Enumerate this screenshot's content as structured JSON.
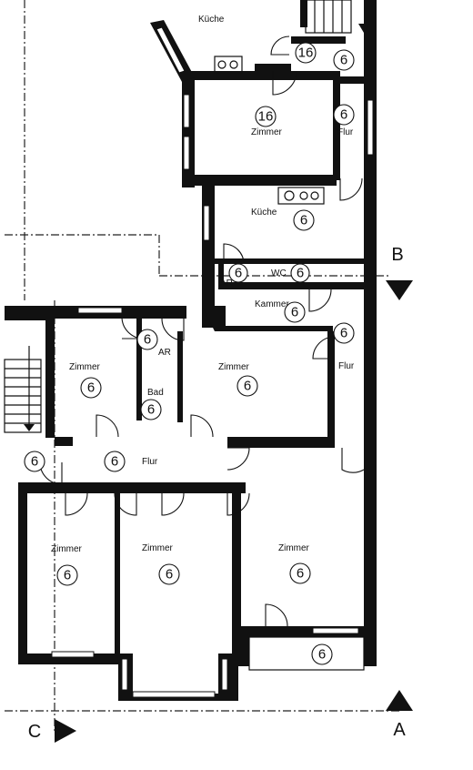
{
  "rooms": {
    "kueche_top": "Küche",
    "zimmer_upper": "Zimmer",
    "flur_upper": "Flur",
    "kueche": "Küche",
    "wc": "WC",
    "ar_upper": "AR",
    "kammer": "Kammer",
    "flur_right": "Flur",
    "zimmer_left": "Zimmer",
    "ar_mid": "AR",
    "bad": "Bad",
    "zimmer_center": "Zimmer",
    "flur_main": "Flur",
    "zimmer_bottom_left": "Zimmer",
    "zimmer_bottom_mid": "Zimmer",
    "zimmer_bottom_right": "Zimmer"
  },
  "markers": {
    "m16a": "16",
    "m6a": "6",
    "m16b": "16",
    "m6b": "6",
    "m6_kueche": "6",
    "m6_ar": "6",
    "m6_wc": "6",
    "m6_kammer": "6",
    "m6_flur_right": "6",
    "m6_ar_mid": "6",
    "m6_zimmer_left": "6",
    "m6_bad": "6",
    "m6_zimmer_center": "6",
    "m6_flur_left": "6",
    "m6_flur_main": "6",
    "m6_bl": "6",
    "m6_bm": "6",
    "m6_br": "6",
    "m6_balcony": "6"
  },
  "axes": {
    "a": "A",
    "b": "B",
    "c": "C"
  }
}
